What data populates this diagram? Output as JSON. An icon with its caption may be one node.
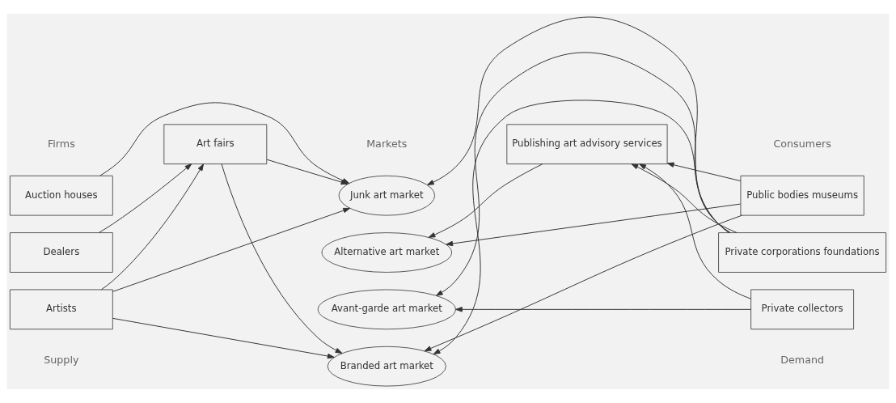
{
  "diagram": {
    "nodes": [
      {
        "text": [
          "Auction houses"
        ]
      },
      {
        "text": [
          "Dealers"
        ]
      },
      {
        "text": [
          "Artists"
        ]
      },
      {
        "text": [
          "Art fairs"
        ]
      },
      {
        "text": [
          "Junk art market"
        ]
      },
      {
        "text": [
          "Alternative art market"
        ]
      },
      {
        "text": [
          "Avant-garde art market"
        ]
      },
      {
        "text": [
          "Branded art market"
        ]
      },
      {
        "text": [
          "Publishing art advisory services"
        ]
      },
      {
        "text": [
          "Public bodies museums"
        ]
      },
      {
        "text": [
          "Private corporations foundations"
        ]
      },
      {
        "text": [
          "Private collectors"
        ]
      }
    ],
    "edges": [
      {
        "from": 0,
        "to": 4,
        "arrow": "to"
      },
      {
        "from": 1,
        "to": 3,
        "arrow": "to"
      },
      {
        "from": 3,
        "to": 4,
        "arrow": "to"
      },
      {
        "from": 3,
        "to": 7,
        "arrow": "to"
      },
      {
        "from": 2,
        "to": 4,
        "arrow": "to"
      },
      {
        "from": 2,
        "to": 3,
        "arrow": "to"
      },
      {
        "from": 2,
        "to": 7,
        "arrow": "to"
      },
      {
        "from": 9,
        "to": 5,
        "arrow": "to"
      },
      {
        "from": 9,
        "to": 8,
        "arrow": "to"
      },
      {
        "from": 9,
        "to": 7,
        "arrow": "to"
      },
      {
        "from": 10,
        "to": 4,
        "arrow": "to"
      },
      {
        "from": 10,
        "to": 8,
        "arrow": "to"
      },
      {
        "from": 10,
        "to": 6,
        "arrow": "to"
      },
      {
        "from": 10,
        "to": 7,
        "arrow": "to"
      },
      {
        "from": 11,
        "to": 8,
        "arrow": "to"
      },
      {
        "from": 11,
        "to": 6,
        "arrow": "to"
      },
      {
        "from": 8,
        "to": 5,
        "arrow": "to"
      }
    ],
    "labels": [
      "Firms",
      "Markets",
      "Consumers",
      "Supply",
      "Demand"
    ]
  }
}
